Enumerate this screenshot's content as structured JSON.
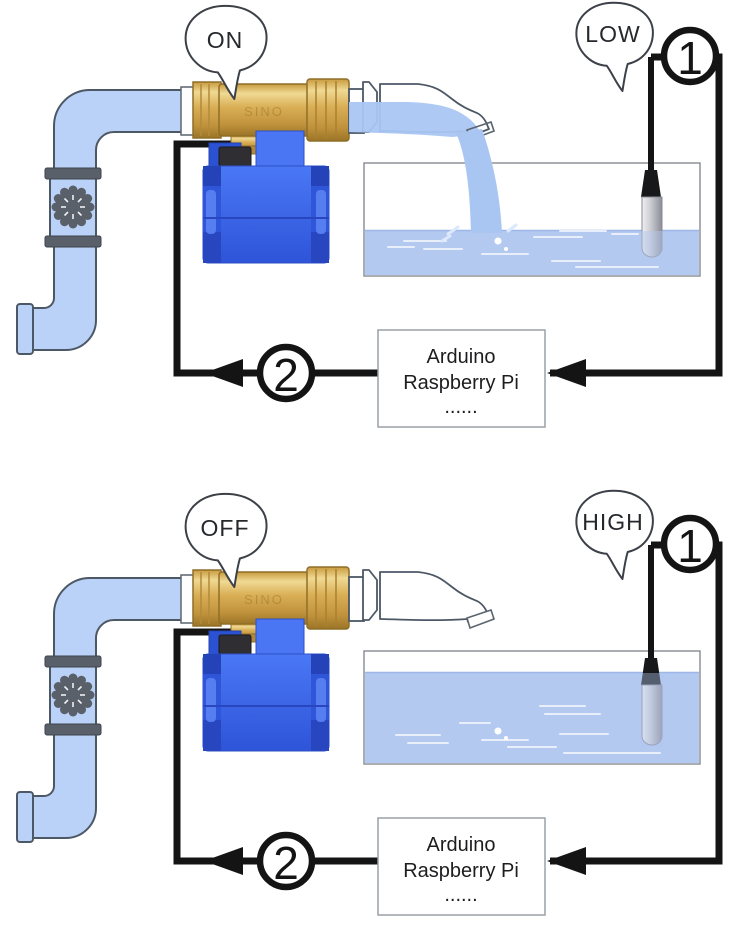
{
  "colors": {
    "pipe_water": "#bad2f8",
    "pipe_outline": "#4d5866",
    "tank_water": "#b3c9f0",
    "stream_water": "#a9c6f3",
    "brass": "#d8ad52",
    "actuator_blue": "#3e6bef",
    "actuator_dark": "#2f55d8",
    "wire_black": "#141414",
    "tank_outline": "#8d9298"
  },
  "diagrams": [
    {
      "name": "valve-on-level-low",
      "valve_bubble": "ON",
      "level_bubble": "LOW",
      "sensor_badge": "1",
      "command_badge": "2",
      "controller_lines": [
        "Arduino",
        "Raspberry Pi",
        "......"
      ],
      "valve_marking": "SINO",
      "water_flowing": true,
      "tank_fill_percent": 40
    },
    {
      "name": "valve-off-level-high",
      "valve_bubble": "OFF",
      "level_bubble": "HIGH",
      "sensor_badge": "1",
      "command_badge": "2",
      "controller_lines": [
        "Arduino",
        "Raspberry Pi",
        "......"
      ],
      "valve_marking": "SINO",
      "water_flowing": false,
      "tank_fill_percent": 85
    }
  ]
}
